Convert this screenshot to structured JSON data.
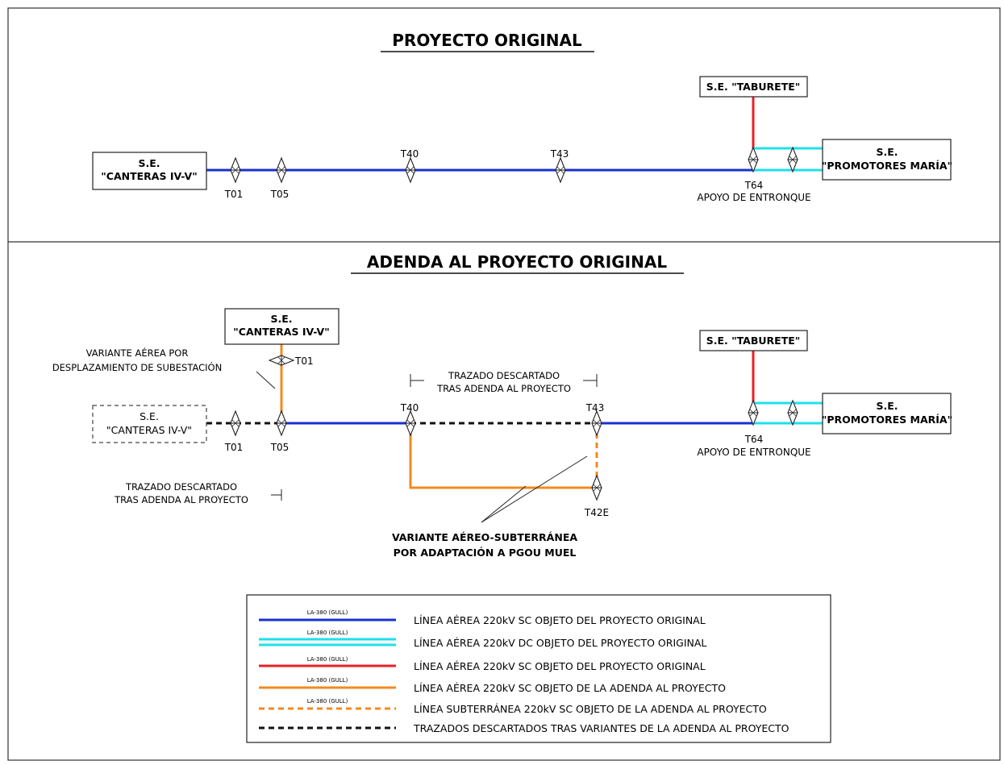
{
  "titles": {
    "top": "PROYECTO ORIGINAL",
    "bottom": "ADENDA AL PROYECTO ORIGINAL"
  },
  "substations": {
    "canteras_l1": "S.E.",
    "canteras_l2": "\"CANTERAS IV-V\"",
    "taburete": "S.E. \"TABURETE\"",
    "promotores_l1": "S.E.",
    "promotores_l2": "\"PROMOTORES MARÍA\""
  },
  "towers": {
    "t01": "T01",
    "t05": "T05",
    "t40": "T40",
    "t43": "T43",
    "t64": "T64",
    "t42e": "T42E",
    "apoyo": "APOYO DE ENTRONQUE"
  },
  "notes": {
    "variante_aerea_l1": "VARIANTE AÉREA POR",
    "variante_aerea_l2": "DESPLAZAMIENTO DE SUBESTACIÓN",
    "descartado_l1": "TRAZADO DESCARTADO",
    "descartado_l2": "TRAS ADENDA AL PROYECTO",
    "subterranea_l1": "VARIANTE AÉREO-SUBTERRÁNEA",
    "subterranea_l2": "POR ADAPTACIÓN A PGOU MUEL"
  },
  "legend": {
    "conductor": "LA-380 (GULL)",
    "items": [
      {
        "label": "LÍNEA AÉREA 220kV SC OBJETO DEL PROYECTO ORIGINAL",
        "color": "#1a2fd1",
        "style": "single"
      },
      {
        "label": "LÍNEA AÉREA 220kV DC OBJETO DEL PROYECTO ORIGINAL",
        "color": "#1ee0ec",
        "style": "double"
      },
      {
        "label": "LÍNEA AÉREA 220kV SC OBJETO DEL PROYECTO ORIGINAL",
        "color": "#e8202a",
        "style": "single"
      },
      {
        "label": "LÍNEA AÉREA 220kV SC OBJETO DE LA ADENDA AL PROYECTO",
        "color": "#f28a1e",
        "style": "single"
      },
      {
        "label": "LÍNEA SUBTERRÁNEA 220kV SC OBJETO DE LA ADENDA AL PROYECTO",
        "color": "#f28a1e",
        "style": "dashed"
      },
      {
        "label": "TRAZADOS DESCARTADOS TRAS VARIANTES DE LA ADENDA AL PROYECTO",
        "color": "#111111",
        "style": "dashed"
      }
    ]
  },
  "colors": {
    "blue": "#1a2fd1",
    "cyan": "#1ee0ec",
    "red": "#e8202a",
    "orange": "#f28a1e",
    "black": "#111111"
  }
}
